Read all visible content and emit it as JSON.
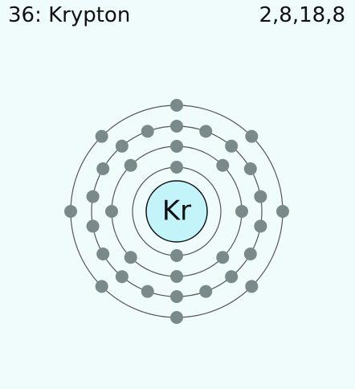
{
  "element": {
    "atomic_number": "36",
    "name": "Krypton",
    "symbol": "Kr",
    "header_label": "36: Krypton",
    "configuration_label": "2,8,18,8"
  },
  "shells": [
    2,
    8,
    18,
    8
  ],
  "colors": {
    "background": "#f0fcfc",
    "nucleus_fill": "#c2f4fa",
    "electron": "#7a8a8a",
    "orbit": "#555555",
    "text": "#111111"
  }
}
